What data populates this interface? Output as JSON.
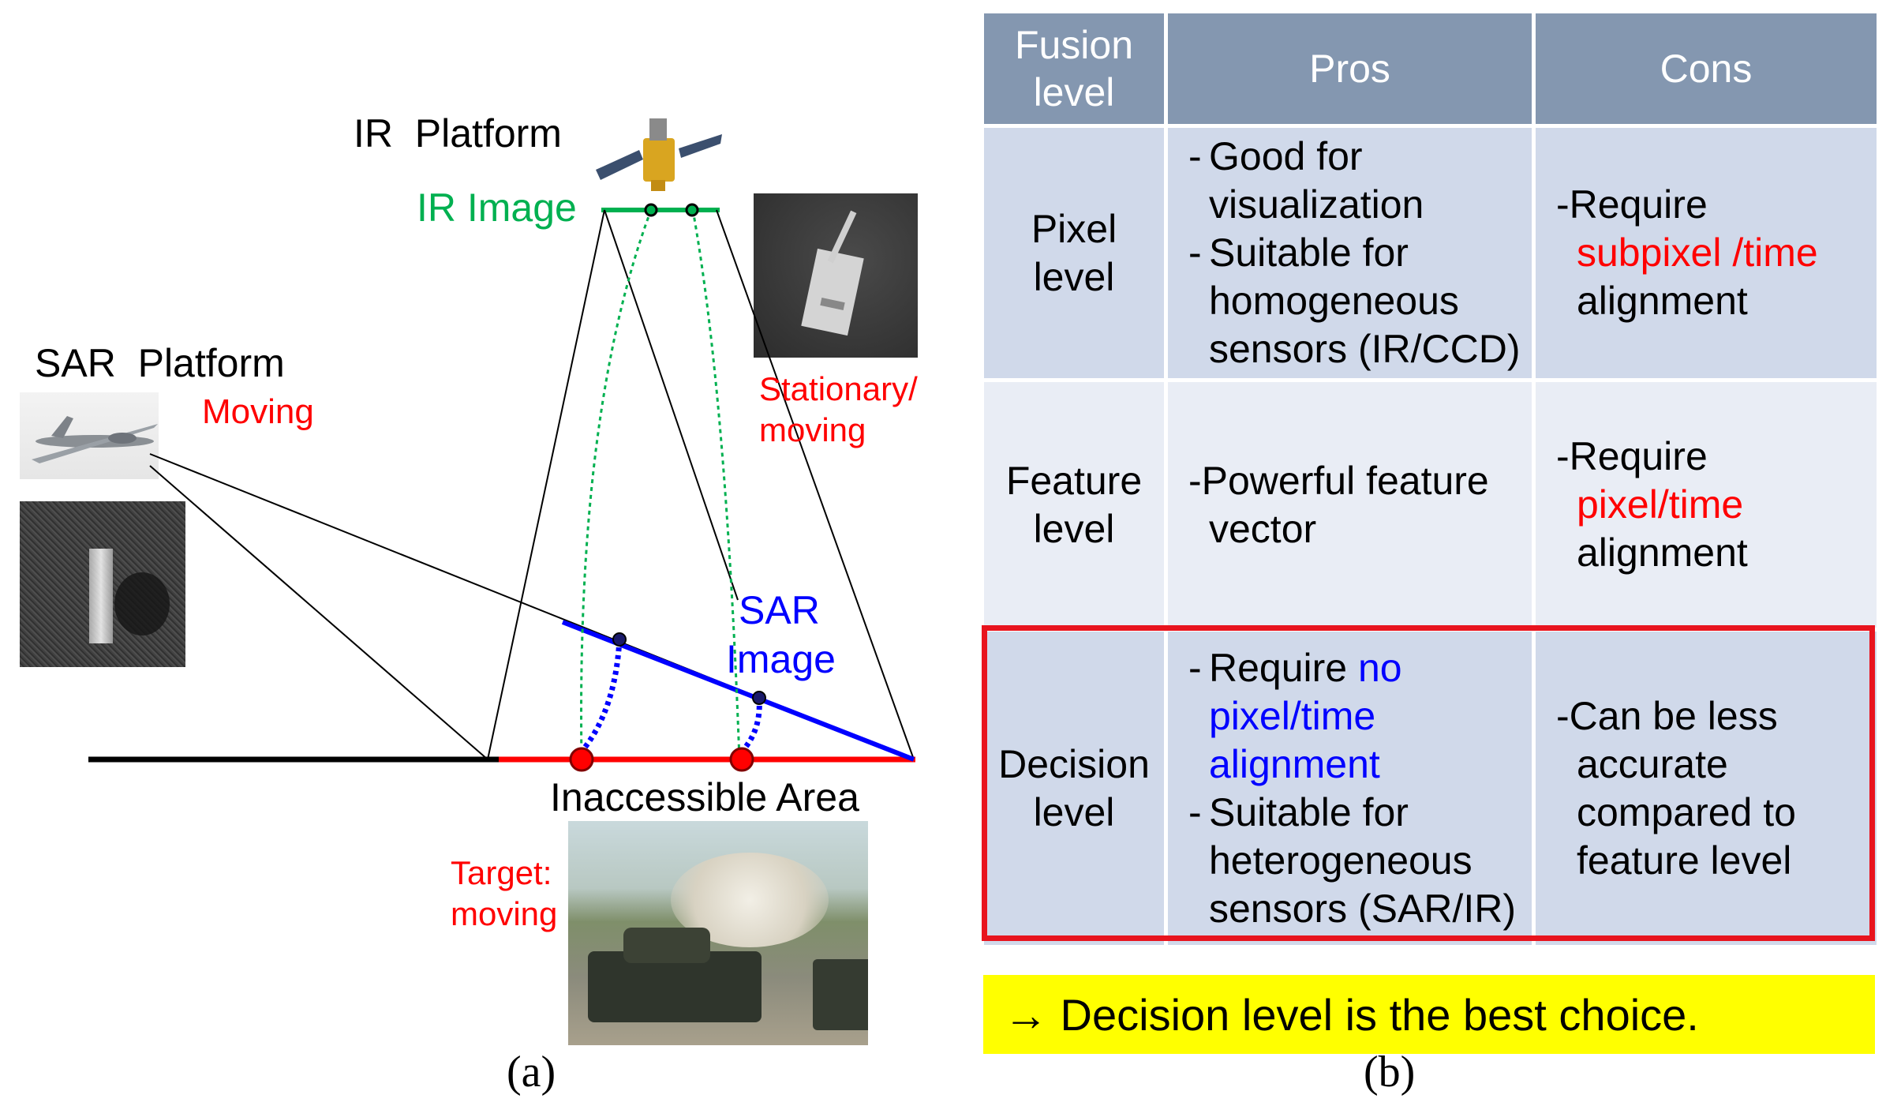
{
  "diagram": {
    "ir_platform_label": "IR  Platform",
    "ir_image_label": "IR Image",
    "sar_platform_label": "SAR  Platform",
    "sar_moving_label": "Moving",
    "stationary_label_line1": "Stationary/",
    "stationary_label_line2": "moving",
    "sar_image_label_line1": "SAR",
    "sar_image_label_line2": "Image",
    "inaccessible_area_label": "Inaccessible Area",
    "target_label_line1": "Target:",
    "target_label_line2": "moving",
    "caption": "(a)",
    "colors": {
      "ir": "#00b050",
      "sar": "#0000ff",
      "target": "#ff0000",
      "ground": "#000000"
    }
  },
  "table": {
    "headers": [
      "Fusion level",
      "Pros",
      "Cons"
    ],
    "rows": [
      {
        "level_line1": "Pixel",
        "level_line2": "level",
        "pros_1": "Good for",
        "pros_1b": "visualization",
        "pros_2": "Suitable for",
        "pros_2b": "homogeneous",
        "pros_2c": "sensors (IR/CCD)",
        "cons_1": "-Require",
        "cons_2": "subpixel /time",
        "cons_3": "alignment"
      },
      {
        "level_line1": "Feature",
        "level_line2": "level",
        "pros_1": "-Powerful feature",
        "pros_1b": "vector",
        "cons_1": "-Require",
        "cons_2": "pixel/time",
        "cons_3": "alignment"
      },
      {
        "level_line1": "Decision",
        "level_line2": "level",
        "pros_1": "Require ",
        "pros_1_hl": "no",
        "pros_1b": "pixel/time",
        "pros_1c": "alignment",
        "pros_2": "Suitable for",
        "pros_2b": "heterogeneous",
        "pros_2c": "sensors (SAR/IR)",
        "cons_1": "-Can be less",
        "cons_2": "accurate",
        "cons_3": "compared to",
        "cons_4": "feature level"
      }
    ],
    "bullet_marker": "-",
    "conclusion": "→ Decision level is the best choice.",
    "caption": "(b)",
    "colors": {
      "header_bg": "#8497b0",
      "row_odd": "#d0d9ea",
      "row_even": "#e9edf5",
      "highlight_border": "#e8141e",
      "conclusion_bg": "#ffff00",
      "emphasis_red": "#ff0000",
      "emphasis_blue": "#0000ff"
    }
  }
}
